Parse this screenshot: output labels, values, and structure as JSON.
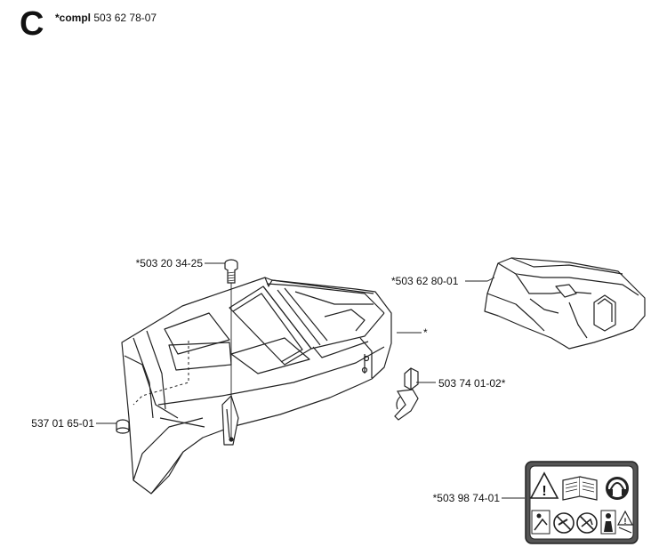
{
  "header": {
    "section_letter": "C",
    "compl_prefix": "*compl",
    "compl_number": "503 62 78-07"
  },
  "callouts": {
    "bolt": "*503 20 34-25",
    "top_cover": "*503 62 80-01",
    "main_housing": "*",
    "latch": "503 74 01-02*",
    "grommet": "537 01 65-01",
    "warning_decal": "*503 98 74-01"
  },
  "decal_icons": [
    "warning-triangle-icon",
    "manual-book-icon",
    "ear-protection-icon",
    "chain-saw-hazard-icon",
    "no-one-hand-icon",
    "no-kickback-icon",
    "operator-protection-icon"
  ]
}
